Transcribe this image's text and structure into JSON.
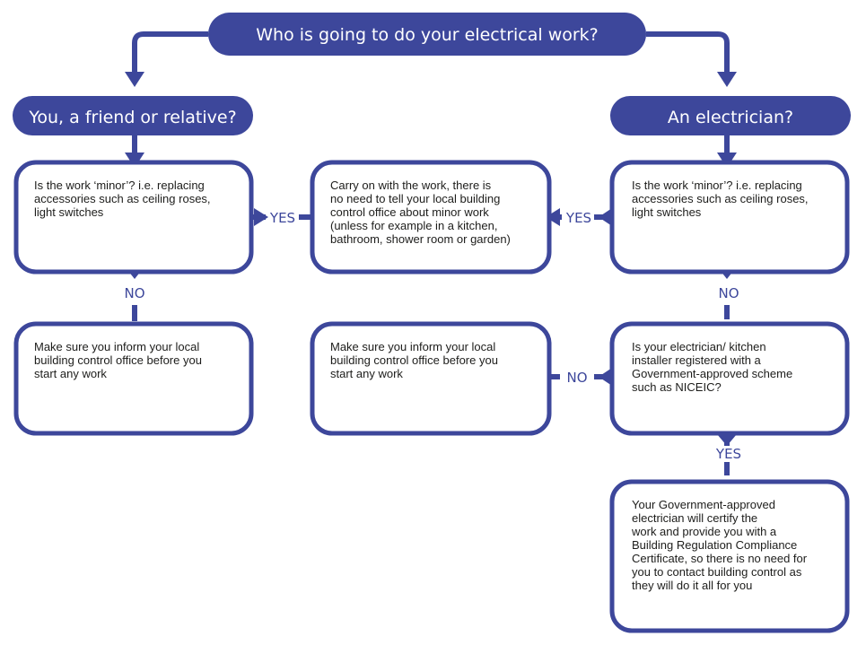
{
  "theme": {
    "primary": "#3d479b",
    "text": "#1d1d1b",
    "background": "#ffffff"
  },
  "question": "Who is going to do your electrical work?",
  "branches": {
    "left": "You, a friend or relative?",
    "right": "An electrician?"
  },
  "boxes": {
    "left_minor": "Is the work ‘minor’? i.e. replacing\naccessories such as ceiling roses,\nlight switches",
    "middle_carry_on": "Carry on with the work, there is\nno need to tell your local building\ncontrol office about minor work\n(unless for example in a kitchen,\nbathroom, shower room or garden)",
    "right_minor": "Is the work ‘minor’? i.e. replacing\naccessories such as ceiling roses,\nlight switches",
    "left_inform": "Make sure you inform your local\nbuilding control office before you\nstart any work",
    "middle_inform": "Make sure you inform your local\nbuilding control office before you\nstart any work",
    "right_registered": "Is your electrician/ kitchen\ninstaller registered with a\nGovernment-approved scheme\nsuch as NICEIC?",
    "right_certify": "Your Government-approved\nelectrician will certify the\nwork and provide you with a\nBuilding Regulation Compliance\nCertificate, so there is no need for\nyou to contact building control as\nthey will do it all for you"
  },
  "labels": {
    "yes_left": "YES",
    "yes_right": "YES",
    "no_left": "NO",
    "no_right": "NO",
    "no_middle": "NO",
    "yes_bottom": "YES"
  }
}
